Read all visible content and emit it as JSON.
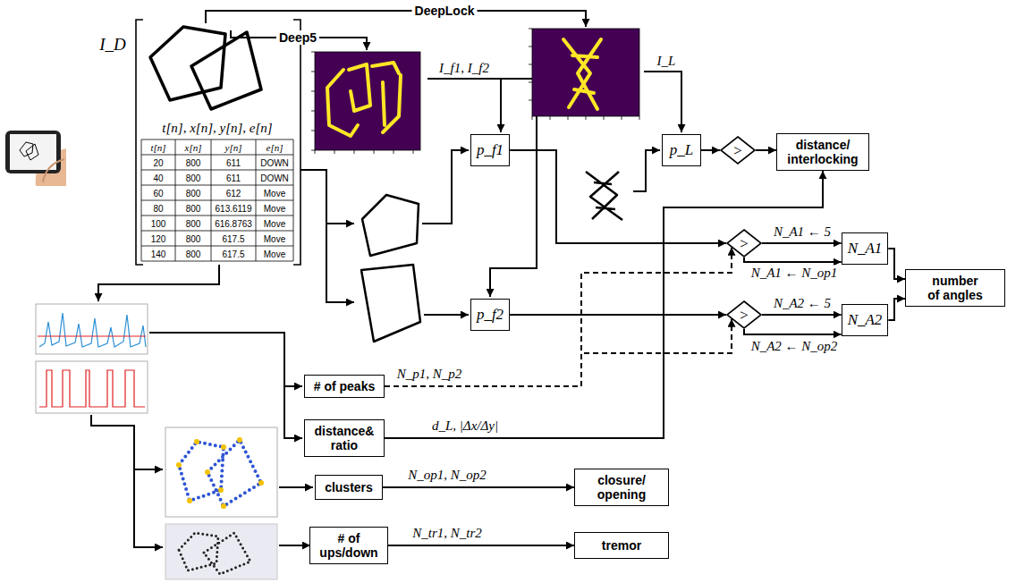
{
  "diagram": {
    "nodes": [
      {
        "text": [
          "p_f1"
        ]
      },
      {
        "text": [
          "p_L"
        ]
      },
      {
        "text": [
          ">"
        ]
      },
      {
        "text": [
          "distance/ interlocking"
        ]
      },
      {
        "text": [
          ">"
        ]
      },
      {
        "text": [
          "N_A1"
        ]
      },
      {
        "text": [
          "number of angles"
        ]
      },
      {
        "text": [
          "p_f2"
        ]
      },
      {
        "text": [
          ">"
        ]
      },
      {
        "text": [
          "N_A2"
        ]
      },
      {
        "text": [
          "# of peaks"
        ]
      },
      {
        "text": [
          "distance& ratio"
        ]
      },
      {
        "text": [
          "clusters"
        ]
      },
      {
        "text": [
          "closure/ opening"
        ]
      },
      {
        "text": [
          "# of ups/down"
        ]
      },
      {
        "text": [
          "tremor"
        ]
      }
    ],
    "edges": [
      {
        "from": 0,
        "to": 4,
        "arrow": "to"
      },
      {
        "from": 1,
        "to": 2,
        "arrow": "to"
      },
      {
        "from": 2,
        "to": 3,
        "arrow": "to"
      },
      {
        "from": 4,
        "to": 5,
        "label": "N_A1 ← 5",
        "arrow": "to"
      },
      {
        "from": 4,
        "to": 5,
        "label": "N_A1 ← N_op1",
        "arrow": "to"
      },
      {
        "from": 7,
        "to": 8,
        "arrow": "to"
      },
      {
        "from": 8,
        "to": 9,
        "label": "N_A2 ← 5",
        "arrow": "to"
      },
      {
        "from": 8,
        "to": 9,
        "label": "N_A2 ← N_op2",
        "arrow": "to"
      },
      {
        "from": 5,
        "to": 6,
        "arrow": "to"
      },
      {
        "from": 9,
        "to": 6,
        "arrow": "to"
      },
      {
        "from": 10,
        "to": 4,
        "label": "N_p1, N_p2",
        "arrow": "to"
      },
      {
        "from": 10,
        "to": 8,
        "arrow": "to"
      },
      {
        "from": 11,
        "to": 3,
        "label": "d_L, |Δx/Δy|",
        "arrow": "to"
      },
      {
        "from": 12,
        "to": 13,
        "label": "N_op1, N_op2",
        "arrow": "to"
      },
      {
        "from": 14,
        "to": 15,
        "label": "N_tr1, N_tr2",
        "arrow": "to"
      }
    ],
    "labels": [
      "DeepLock",
      "Deep5",
      "I_D",
      "t[n], x[n], y[n], e[n]",
      "t[n]",
      "x[n]",
      "y[n]",
      "e[n]",
      "20",
      "800",
      "611",
      "DOWN",
      "40",
      "800",
      "611",
      "DOWN",
      "60",
      "800",
      "612",
      "Move",
      "80",
      "800",
      "613.6119",
      "Move",
      "100",
      "800",
      "616.8763",
      "Move",
      "120",
      "800",
      "617.5",
      "Move",
      "140",
      "800",
      "617.5",
      "Move",
      "I_f1, I_f2",
      "I_L"
    ]
  }
}
